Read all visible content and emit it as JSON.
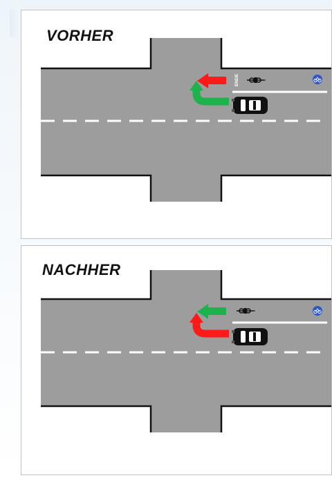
{
  "colors": {
    "road": "#9d9d9d",
    "curb": "#111111",
    "lane_marking": "#ffffff",
    "arrow_red": "#ff1a1a",
    "arrow_green": "#1db24b",
    "bike_sign_blue": "#2f56c6",
    "panel_border": "#bfbfbf"
  },
  "panels": [
    {
      "title": "VORHER",
      "bike_lane_marking": "ENDE",
      "bike_arrow_color": "red",
      "car_arrow_color": "green",
      "icons": [
        "car-icon",
        "bicycle-icon",
        "bike-lane-sign-icon"
      ]
    },
    {
      "title": "NACHHER",
      "bike_lane_marking": "",
      "bike_arrow_color": "green",
      "car_arrow_color": "red",
      "icons": [
        "car-icon",
        "bicycle-icon",
        "bike-lane-sign-icon"
      ]
    }
  ]
}
